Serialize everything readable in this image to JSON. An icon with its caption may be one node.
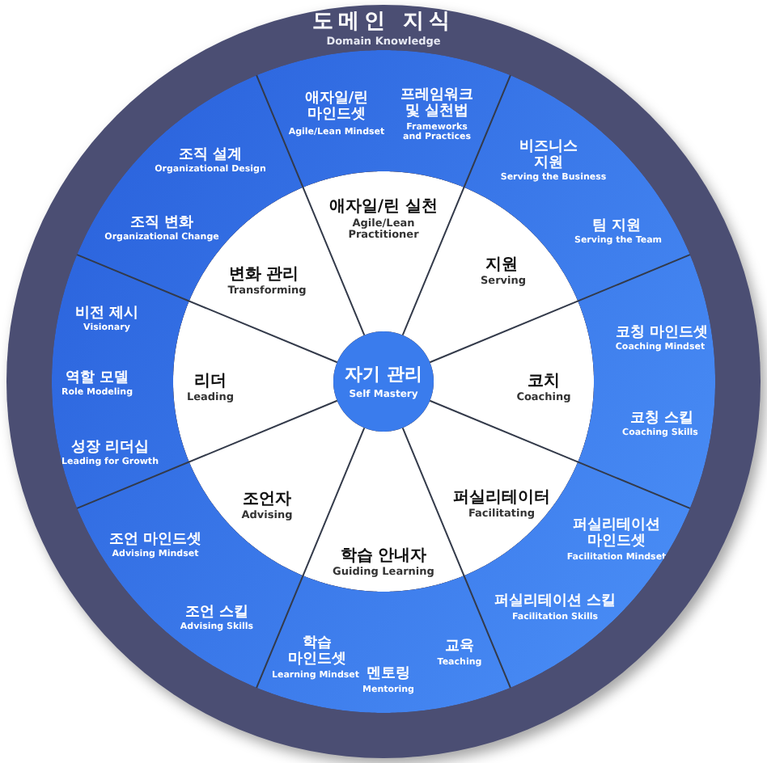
{
  "diagram": {
    "nodes": [
      {
        "text": [
          "도메인 지식",
          "Domain Knowledge"
        ]
      },
      {
        "text": [
          "자기 관리",
          "Self Mastery"
        ],
        "in": 0
      },
      {
        "text": [
          "애자일/린 실천",
          "Agile/Lean Practitioner"
        ],
        "in": 0
      },
      {
        "text": [
          "지원",
          "Serving"
        ],
        "in": 0
      },
      {
        "text": [
          "코치",
          "Coaching"
        ],
        "in": 0
      },
      {
        "text": [
          "퍼실리테이터",
          "Facilitating"
        ],
        "in": 0
      },
      {
        "text": [
          "학습 안내자",
          "Guiding Learning"
        ],
        "in": 0
      },
      {
        "text": [
          "조언자",
          "Advising"
        ],
        "in": 0
      },
      {
        "text": [
          "리더",
          "Leading"
        ],
        "in": 0
      },
      {
        "text": [
          "변화 관리",
          "Transforming"
        ],
        "in": 0
      },
      {
        "text": [
          "애자일/린 마인드셋",
          "Agile/Lean Mindset",
          "프레임워크 및 실천법",
          "Frameworks and Practices"
        ],
        "in": 0
      },
      {
        "text": [
          "비즈니스 지원",
          "Serving the Business",
          "팀 지원",
          "Serving the Team"
        ],
        "in": 0
      },
      {
        "text": [
          "코칭 마인드셋",
          "Coaching Mindset",
          "코칭 스킬",
          "Coaching Skills"
        ],
        "in": 0
      },
      {
        "text": [
          "퍼실리테이션 마인드셋",
          "Facilitation Mindset",
          "퍼실리테이션 스킬",
          "Facilitation Skills"
        ],
        "in": 0
      },
      {
        "text": [
          "학습 마인드셋",
          "Learning Mindset",
          "멘토링",
          "Mentoring",
          "교육",
          "Teaching"
        ],
        "in": 0
      },
      {
        "text": [
          "조언 마인드셋",
          "Advising Mindset",
          "조언 스킬",
          "Advising Skills"
        ],
        "in": 0
      },
      {
        "text": [
          "비전 제시",
          "Visionary",
          "역할 모델",
          "Role Modeling",
          "성장 리더십",
          "Leading for Growth"
        ],
        "in": 0
      },
      {
        "text": [
          "조직 설계",
          "Organizational Design",
          "조직 변화",
          "Organizational Change"
        ],
        "in": 0
      }
    ]
  }
}
